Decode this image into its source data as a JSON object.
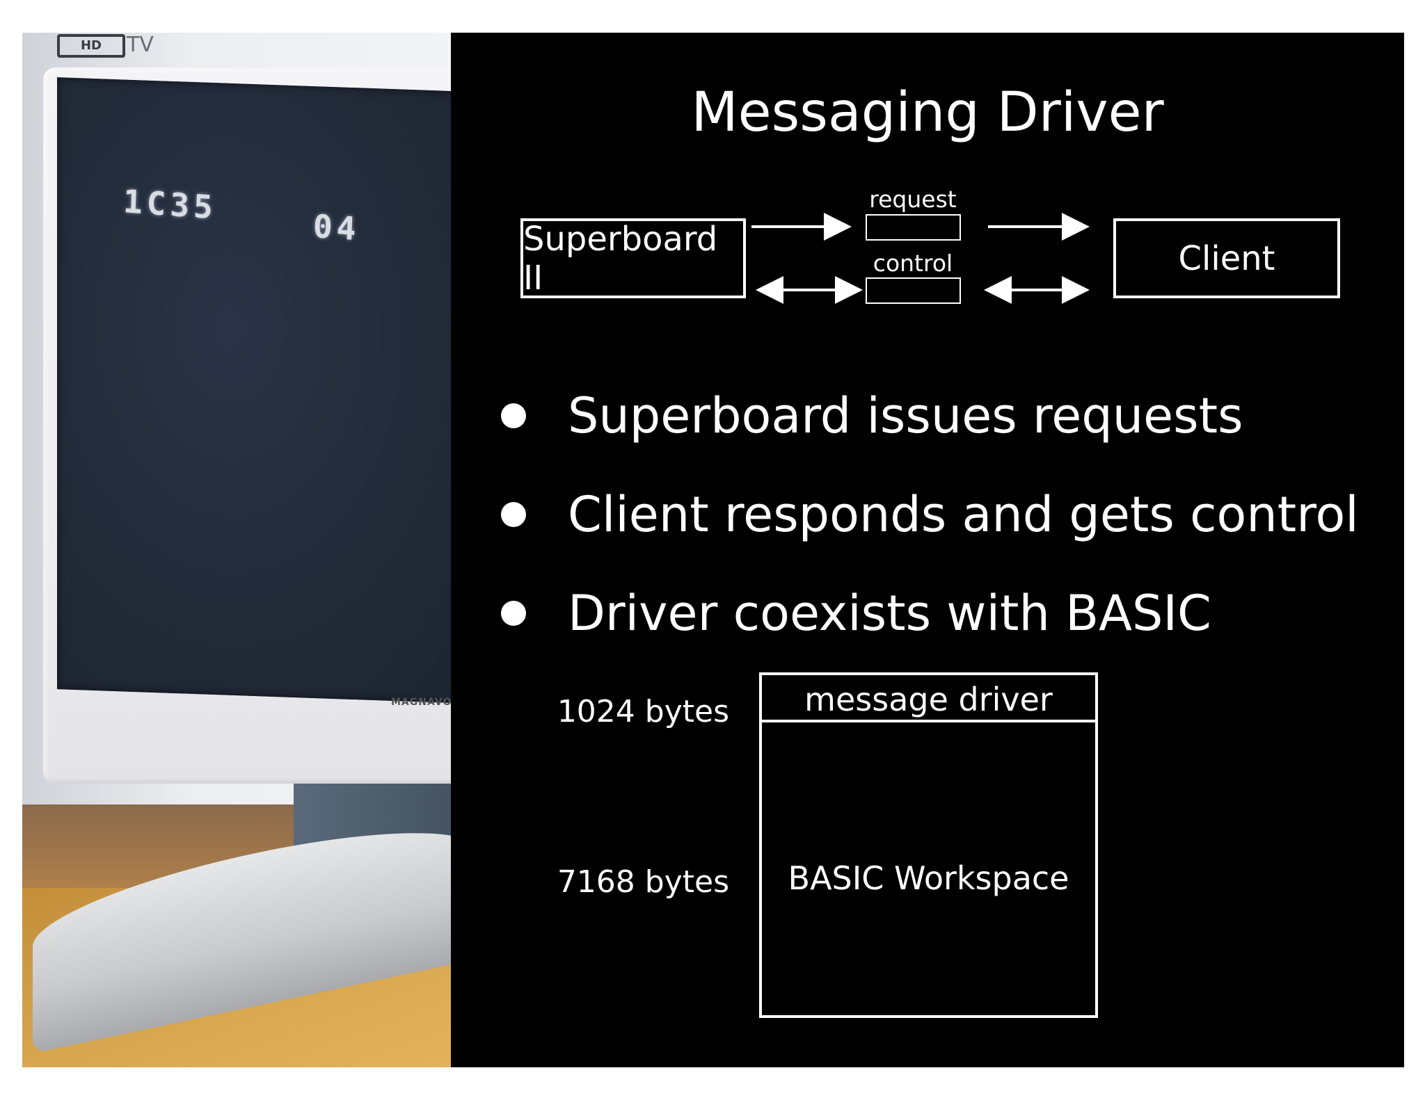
{
  "photo": {
    "screen_line_1": "1C35",
    "screen_line_2": "04",
    "brand": "HD",
    "brand_tv": "TV",
    "maker": "MAGNAVOX"
  },
  "slide": {
    "title": "Messaging Driver",
    "diagram": {
      "left_box": "Superboard II",
      "right_box": "Client",
      "request_label": "request",
      "control_label": "control"
    },
    "bullets": [
      "Superboard issues requests",
      "Client responds and gets control",
      "Driver coexists with BASIC"
    ],
    "memory": {
      "size_1": "1024 bytes",
      "size_2": "7168 bytes",
      "region_1": "message driver",
      "region_2": "BASIC Workspace"
    }
  },
  "colors": {
    "slide_background": "#000000",
    "slide_text": "#ffffff",
    "screen": "#222a38"
  }
}
